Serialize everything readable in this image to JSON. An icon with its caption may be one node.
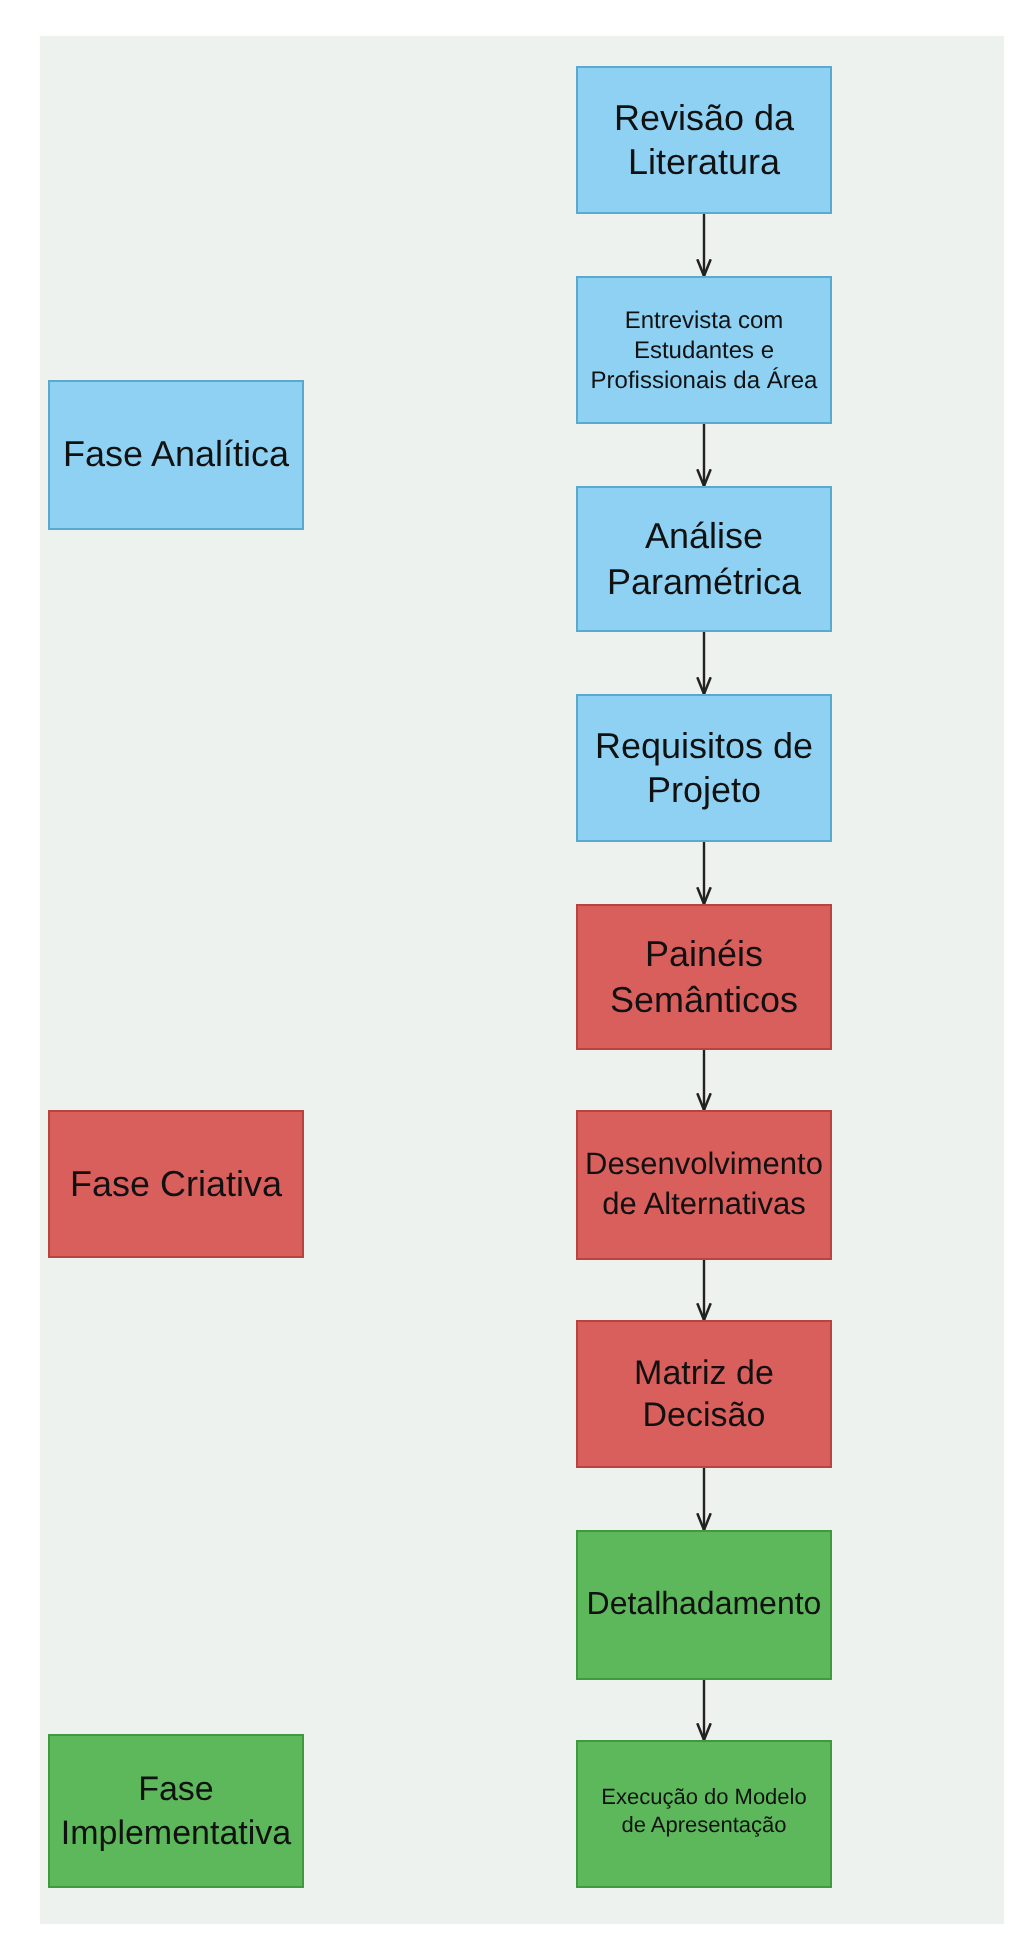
{
  "diagram": {
    "nodes": [
      {
        "text": [
          "Revisão da Literatura"
        ]
      },
      {
        "text": [
          "Entrevista com Estudantes e Profissionais da Área"
        ]
      },
      {
        "text": [
          "Fase Analítica"
        ]
      },
      {
        "text": [
          "Análise Paramétrica"
        ]
      },
      {
        "text": [
          "Requisitos de Projeto"
        ]
      },
      {
        "text": [
          "Painéis Semânticos"
        ]
      },
      {
        "text": [
          "Fase Criativa"
        ]
      },
      {
        "text": [
          "Desenvolvimento de Alternativas"
        ]
      },
      {
        "text": [
          "Matriz de Decisão"
        ]
      },
      {
        "text": [
          "Detalhadamento"
        ]
      },
      {
        "text": [
          "Fase Implementativa"
        ]
      },
      {
        "text": [
          "Execução do Modelo de Apresentação"
        ]
      }
    ],
    "edges": [
      {
        "from": 0,
        "to": 1,
        "arrow": "to"
      },
      {
        "from": 1,
        "to": 3,
        "arrow": "to"
      },
      {
        "from": 3,
        "to": 4,
        "arrow": "to"
      },
      {
        "from": 4,
        "to": 5,
        "arrow": "to"
      },
      {
        "from": 5,
        "to": 7,
        "arrow": "to"
      },
      {
        "from": 7,
        "to": 8,
        "arrow": "to"
      },
      {
        "from": 8,
        "to": 9,
        "arrow": "to"
      },
      {
        "from": 9,
        "to": 11,
        "arrow": "to"
      }
    ]
  }
}
